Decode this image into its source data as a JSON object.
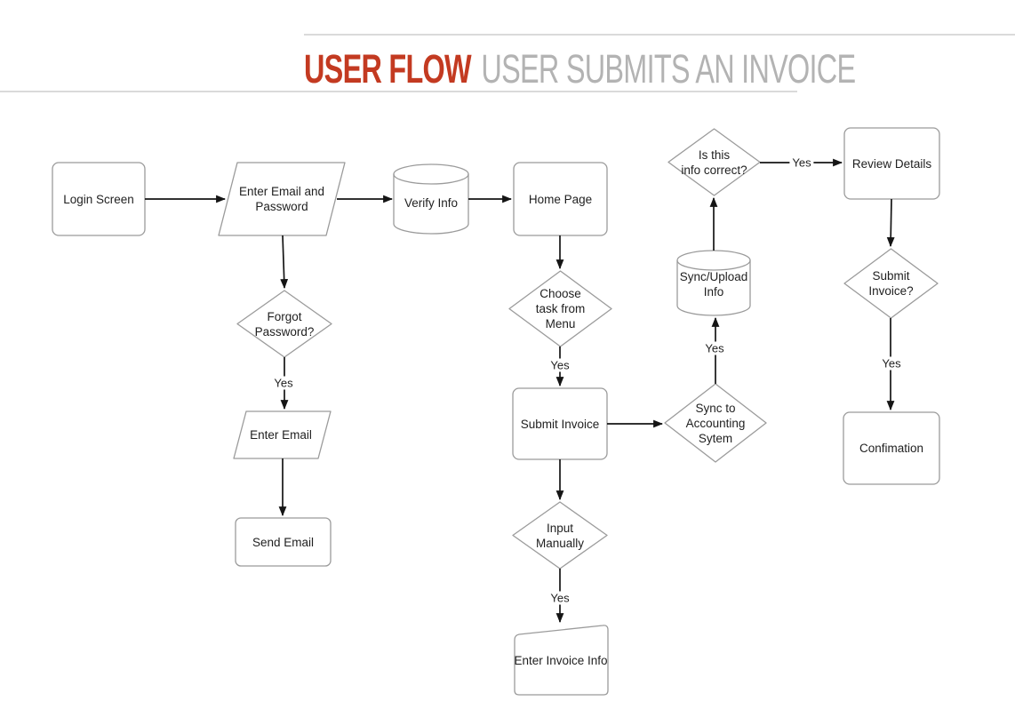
{
  "title": {
    "primary": "USER FLOW",
    "secondary": "USER SUBMITS AN INVOICE"
  },
  "colors": {
    "accent_red": "#c33a21",
    "title_gray": "#b3b3b3",
    "shape_border": "#9b9b9b",
    "arrow_black": "#151515",
    "rule_gray": "#dadada"
  },
  "nodes": {
    "login_screen": {
      "label": "Login Screen",
      "type": "rectangle"
    },
    "enter_email_password": {
      "label": "Enter Email and\nPassword",
      "type": "input-parallelogram"
    },
    "verify_info": {
      "label": "Verify Info",
      "type": "database-cylinder"
    },
    "home_page": {
      "label": "Home Page",
      "type": "rectangle"
    },
    "forgot_password": {
      "label": "Forgot\nPassword?",
      "type": "decision-diamond"
    },
    "enter_email": {
      "label": "Enter Email",
      "type": "input-parallelogram"
    },
    "send_email": {
      "label": "Send Email",
      "type": "rectangle"
    },
    "choose_task": {
      "label": "Choose\ntask from\nMenu",
      "type": "decision-diamond"
    },
    "submit_invoice": {
      "label": "Submit Invoice",
      "type": "rectangle"
    },
    "input_manually": {
      "label": "Input\nManually",
      "type": "decision-diamond"
    },
    "enter_invoice_info": {
      "label": "Enter Invoice Info",
      "type": "manual-input"
    },
    "sync_accounting": {
      "label": "Sync to\nAccounting\nSytem",
      "type": "decision-diamond"
    },
    "sync_upload_info": {
      "label": "Sync/Upload\nInfo",
      "type": "database-cylinder"
    },
    "is_info_correct": {
      "label": "Is this\ninfo correct?",
      "type": "decision-diamond"
    },
    "review_details": {
      "label": "Review Details",
      "type": "rectangle"
    },
    "submit_invoice_q": {
      "label": "Submit\nInvoice?",
      "type": "decision-diamond"
    },
    "confimation": {
      "label": "Confimation",
      "type": "rectangle"
    }
  },
  "edges": [
    {
      "from": "login_screen",
      "to": "enter_email_password",
      "label": ""
    },
    {
      "from": "enter_email_password",
      "to": "verify_info",
      "label": ""
    },
    {
      "from": "verify_info",
      "to": "home_page",
      "label": ""
    },
    {
      "from": "enter_email_password",
      "to": "forgot_password",
      "label": ""
    },
    {
      "from": "forgot_password",
      "to": "enter_email",
      "label": "Yes"
    },
    {
      "from": "enter_email",
      "to": "send_email",
      "label": ""
    },
    {
      "from": "home_page",
      "to": "choose_task",
      "label": ""
    },
    {
      "from": "choose_task",
      "to": "submit_invoice",
      "label": "Yes"
    },
    {
      "from": "submit_invoice",
      "to": "sync_accounting",
      "label": ""
    },
    {
      "from": "submit_invoice",
      "to": "input_manually",
      "label": ""
    },
    {
      "from": "input_manually",
      "to": "enter_invoice_info",
      "label": "Yes"
    },
    {
      "from": "sync_accounting",
      "to": "sync_upload_info",
      "label": "Yes"
    },
    {
      "from": "sync_upload_info",
      "to": "is_info_correct",
      "label": ""
    },
    {
      "from": "is_info_correct",
      "to": "review_details",
      "label": "Yes"
    },
    {
      "from": "review_details",
      "to": "submit_invoice_q",
      "label": ""
    },
    {
      "from": "submit_invoice_q",
      "to": "confimation",
      "label": "Yes"
    }
  ]
}
